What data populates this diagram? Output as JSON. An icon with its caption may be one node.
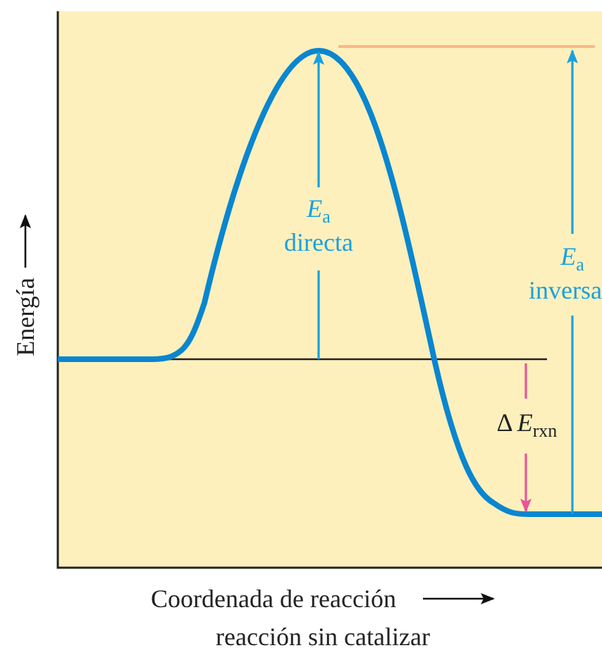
{
  "diagram": {
    "labels": [
      "*E*$_{a}$",
      "directa",
      "*E*$_{a}$",
      "inversa",
      "Δ",
      "*E*$_{rxn}$",
      "Energía",
      "Coordenada de reacción",
      "reacción sin catalizar"
    ]
  }
}
